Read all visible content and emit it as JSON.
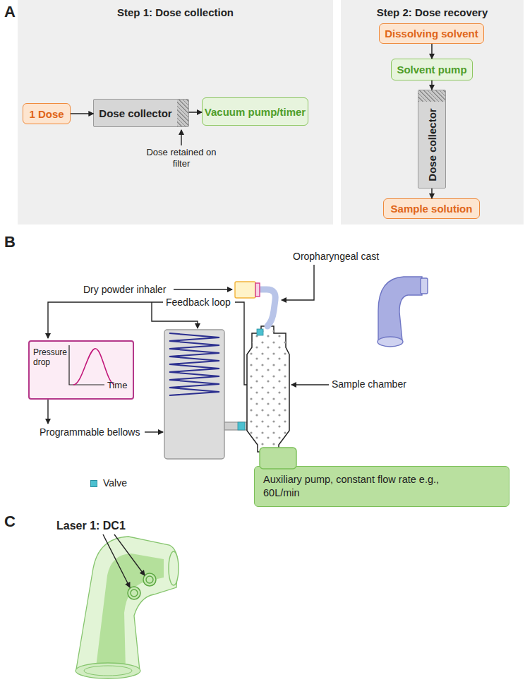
{
  "diagram": {
    "nodes": [
      {
        "text": [
          "Step 1: Dose collection"
        ]
      },
      {
        "text": [
          "1 Dose"
        ],
        "in": 0
      },
      {
        "text": [
          "Dose collector"
        ],
        "in": 0
      },
      {
        "text": [
          "Vacuum pump/timer"
        ],
        "in": 0
      },
      {
        "text": [
          "Step 2: Dose recovery"
        ]
      },
      {
        "text": [
          "Dissolving solvent"
        ],
        "in": 4
      },
      {
        "text": [
          "Solvent pump"
        ],
        "in": 4
      },
      {
        "text": [
          "Dose collector"
        ],
        "in": 4
      },
      {
        "text": [
          "Sample solution"
        ],
        "in": 4
      },
      {
        "text": [
          "Pressure drop",
          "Time"
        ]
      },
      {
        "text": [
          "Auxiliary pump, constant flow rate e.g., 60L/min"
        ]
      }
    ],
    "edges": [
      {
        "from": 1,
        "to": 2,
        "arrow": "to"
      },
      {
        "from": 2,
        "to": 3,
        "arrow": "to"
      },
      {
        "from": 5,
        "to": 6,
        "arrow": "to"
      },
      {
        "from": 6,
        "to": 7,
        "arrow": "to"
      },
      {
        "from": 7,
        "to": 8,
        "arrow": "to"
      }
    ],
    "labels": [
      "A",
      "B",
      "C",
      "Dose retained on filter",
      "Dry powder inhaler",
      "Oropharyngeal cast",
      "Feedback loop",
      "Programmable bellows",
      "Sample chamber",
      "Laser 1: DC1"
    ],
    "legend": [
      {
        "text": "Valve",
        "color": "#4cc0d0"
      }
    ]
  }
}
